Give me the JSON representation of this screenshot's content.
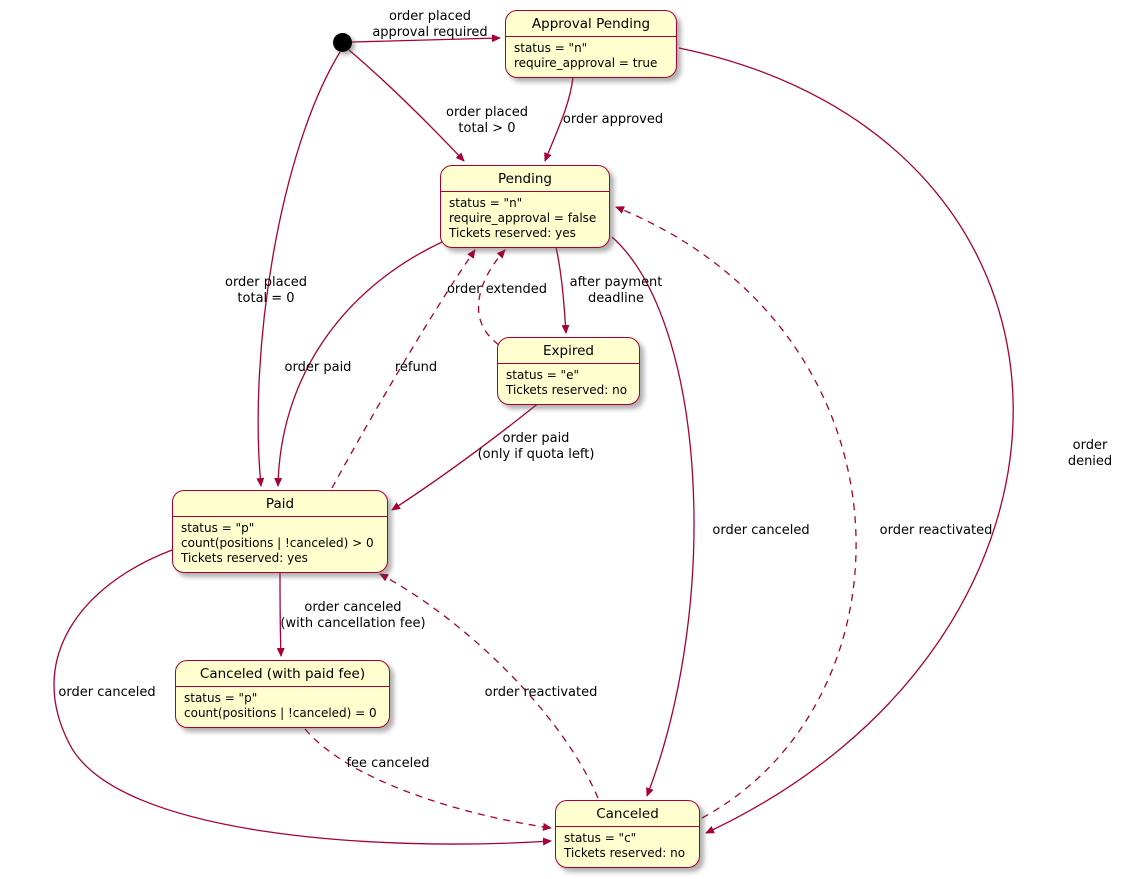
{
  "diagram": {
    "type": "state-machine",
    "colors": {
      "state_fill": "#FEFECE",
      "state_border": "#A80036",
      "arrow": "#A80036",
      "text": "#000000"
    }
  },
  "states": [
    {
      "id": "approval_pending",
      "title": "Approval Pending",
      "lines": [
        "status = \"n\"",
        "require_approval = true"
      ]
    },
    {
      "id": "pending",
      "title": "Pending",
      "lines": [
        "status = \"n\"",
        "require_approval = false",
        "Tickets reserved: yes"
      ]
    },
    {
      "id": "expired",
      "title": "Expired",
      "lines": [
        "status = \"e\"",
        "Tickets reserved: no"
      ]
    },
    {
      "id": "paid",
      "title": "Paid",
      "lines": [
        "status = \"p\"",
        "count(positions | !canceled) > 0",
        "Tickets reserved: yes"
      ]
    },
    {
      "id": "canceled_fee",
      "title": "Canceled (with paid fee)",
      "lines": [
        "status = \"p\"",
        "count(positions | !canceled) = 0"
      ]
    },
    {
      "id": "canceled",
      "title": "Canceled",
      "lines": [
        "status = \"c\"",
        "Tickets reserved: no"
      ]
    }
  ],
  "edges": [
    {
      "from": "initial",
      "to": "approval_pending",
      "style": "solid",
      "label": "order placed\napproval required"
    },
    {
      "from": "approval_pending",
      "to": "pending",
      "style": "solid",
      "label": "order approved"
    },
    {
      "from": "initial",
      "to": "pending",
      "style": "solid",
      "label": "order placed\ntotal > 0"
    },
    {
      "from": "initial",
      "to": "paid",
      "style": "solid",
      "label": "order placed\ntotal = 0"
    },
    {
      "from": "pending",
      "to": "expired",
      "style": "solid",
      "label": "after payment\ndeadline"
    },
    {
      "from": "expired",
      "to": "pending",
      "style": "dashed",
      "label": "order extended"
    },
    {
      "from": "pending",
      "to": "paid",
      "style": "solid",
      "label": "order paid"
    },
    {
      "from": "paid",
      "to": "pending",
      "style": "dashed",
      "label": "refund"
    },
    {
      "from": "expired",
      "to": "paid",
      "style": "solid",
      "label": "order paid\n(only if quota left)"
    },
    {
      "from": "paid",
      "to": "canceled_fee",
      "style": "solid",
      "label": "order canceled\n(with cancellation fee)"
    },
    {
      "from": "paid",
      "to": "canceled",
      "style": "solid",
      "label": "order canceled"
    },
    {
      "from": "canceled_fee",
      "to": "canceled",
      "style": "dashed",
      "label": "fee canceled"
    },
    {
      "from": "canceled",
      "to": "paid",
      "style": "dashed",
      "label": "order reactivated"
    },
    {
      "from": "pending",
      "to": "canceled",
      "style": "solid",
      "label": "order canceled"
    },
    {
      "from": "canceled",
      "to": "pending",
      "style": "dashed",
      "label": "order reactivated"
    },
    {
      "from": "approval_pending",
      "to": "canceled",
      "style": "solid",
      "label": "order denied"
    }
  ]
}
